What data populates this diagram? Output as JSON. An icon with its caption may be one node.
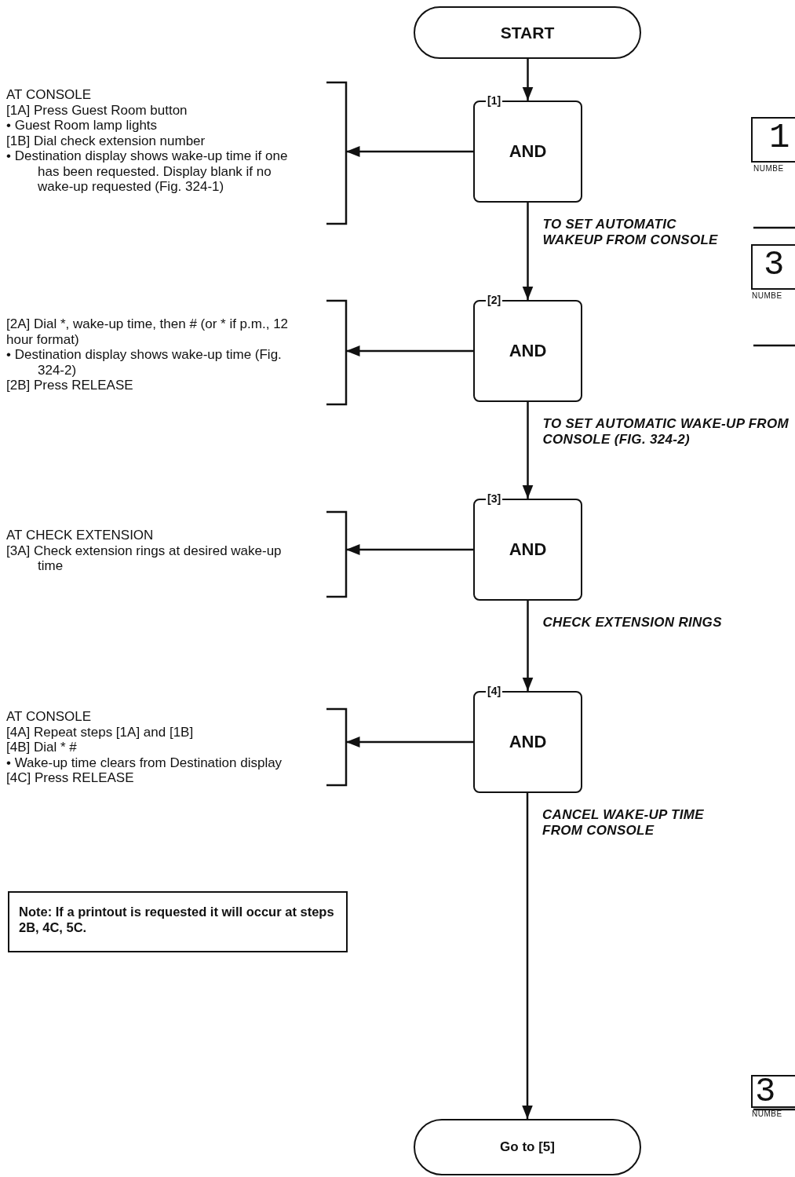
{
  "diagram": {
    "nodes": [
      {
        "text": [
          "START"
        ]
      },
      {
        "text": [
          "AT CONSOLE",
          "[1A] Press Guest Room button",
          "• Guest Room lamp lights",
          "[1B] Dial check extension number",
          "• Destination display shows wake-up time if one has been requested. Display blank if no wake-up requested (Fig. 324-1)"
        ]
      },
      {
        "text": [
          "[1]",
          "AND"
        ]
      },
      {
        "text": [
          "[2A] Dial *, wake-up time, then # (or * if p.m., 12 hour format)",
          "• Destination display shows wake-up time (Fig. 324-2)",
          "[2B] Press RELEASE"
        ]
      },
      {
        "text": [
          "[2]",
          "AND"
        ]
      },
      {
        "text": [
          "AT CHECK EXTENSION",
          "[3A] Check extension rings at desired wake-up time"
        ]
      },
      {
        "text": [
          "[3]",
          "AND"
        ]
      },
      {
        "text": [
          "AT CONSOLE",
          "[4A] Repeat steps [1A] and [1B]",
          "[4B] Dial * #",
          "• Wake-up time clears from Destination display",
          "[4C] Press RELEASE"
        ]
      },
      {
        "text": [
          "[4]",
          "AND"
        ]
      },
      {
        "text": [
          "Note: If a printout is requested it will occur at steps 2B, 4C, 5C."
        ]
      },
      {
        "text": [
          "Go to [5]"
        ]
      }
    ],
    "edges": [
      {
        "from": 0,
        "to": 2,
        "arrow": "to"
      },
      {
        "from": 2,
        "to": 1,
        "arrow": "to"
      },
      {
        "from": 2,
        "to": 4,
        "arrow": "to",
        "label": "TO SET AUTOMATIC WAKEUP FROM CONSOLE"
      },
      {
        "from": 4,
        "to": 3,
        "arrow": "to"
      },
      {
        "from": 4,
        "to": 6,
        "arrow": "to",
        "label": "TO SET AUTOMATIC WAKE-UP FROM CONSOLE (FIG. 324-2)"
      },
      {
        "from": 6,
        "to": 5,
        "arrow": "to"
      },
      {
        "from": 6,
        "to": 8,
        "arrow": "to",
        "label": "CHECK EXTENSION RINGS"
      },
      {
        "from": 8,
        "to": 7,
        "arrow": "to"
      },
      {
        "from": 8,
        "to": 10,
        "arrow": "to",
        "label": "CANCEL WAKE-UP TIME FROM CONSOLE"
      }
    ],
    "labels": [
      "1",
      "NUMBE",
      "3",
      "NUMBE",
      "3",
      "NUMBE"
    ]
  }
}
